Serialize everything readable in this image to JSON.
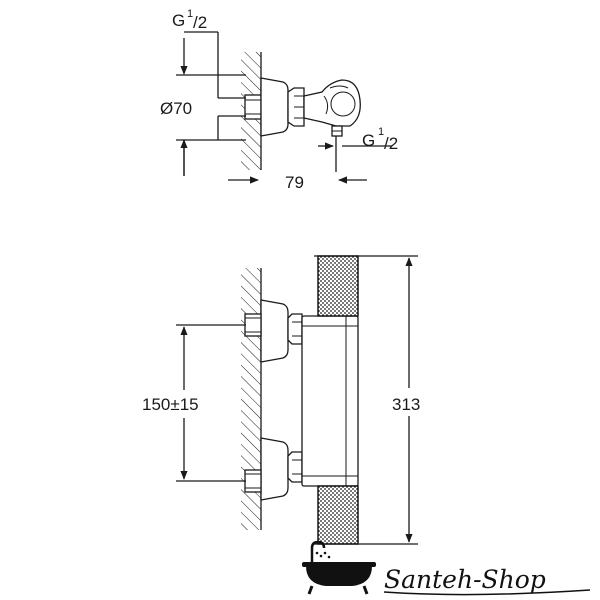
{
  "top_view": {
    "inlet_thread": "G",
    "inlet_thread_sup": "1",
    "inlet_thread_sub": "/2",
    "diameter_label": "Ø70",
    "outlet_thread": "G",
    "outlet_thread_sup": "1",
    "outlet_thread_sub": "/2",
    "depth_label": "79"
  },
  "front_view": {
    "spacing_label": "150±15",
    "height_label": "313"
  },
  "logo": {
    "text": "Santeh-Shop"
  }
}
